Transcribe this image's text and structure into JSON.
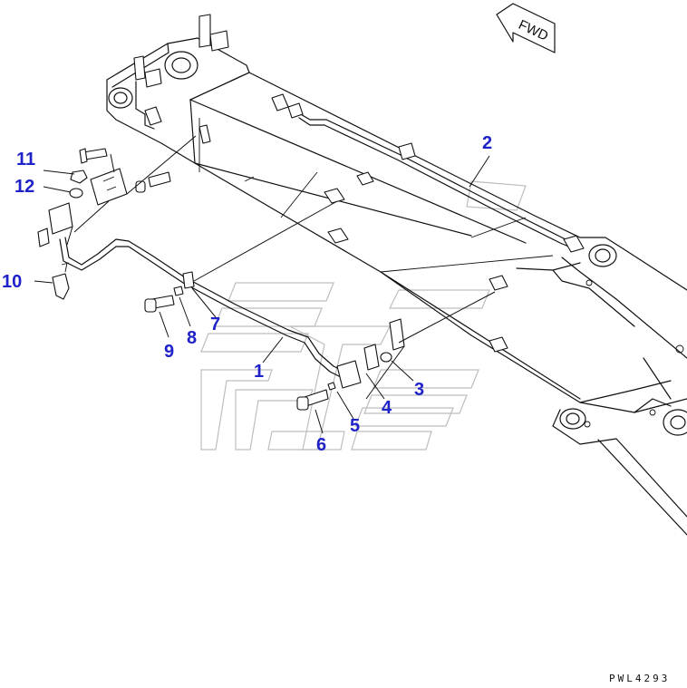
{
  "drawing": {
    "code": "PWL4293",
    "direction_label": "FWD"
  },
  "callouts": [
    {
      "id": "1",
      "label": "1"
    },
    {
      "id": "2",
      "label": "2"
    },
    {
      "id": "3",
      "label": "3"
    },
    {
      "id": "4",
      "label": "4"
    },
    {
      "id": "5",
      "label": "5"
    },
    {
      "id": "6",
      "label": "6"
    },
    {
      "id": "7",
      "label": "7"
    },
    {
      "id": "8",
      "label": "8"
    },
    {
      "id": "9",
      "label": "9"
    },
    {
      "id": "10",
      "label": "10"
    },
    {
      "id": "11",
      "label": "11"
    },
    {
      "id": "12",
      "label": "12"
    }
  ],
  "colors": {
    "callout": "#1f22c8",
    "linework": "#111111",
    "watermark": "#bdbdbd",
    "background": "#ffffff"
  }
}
